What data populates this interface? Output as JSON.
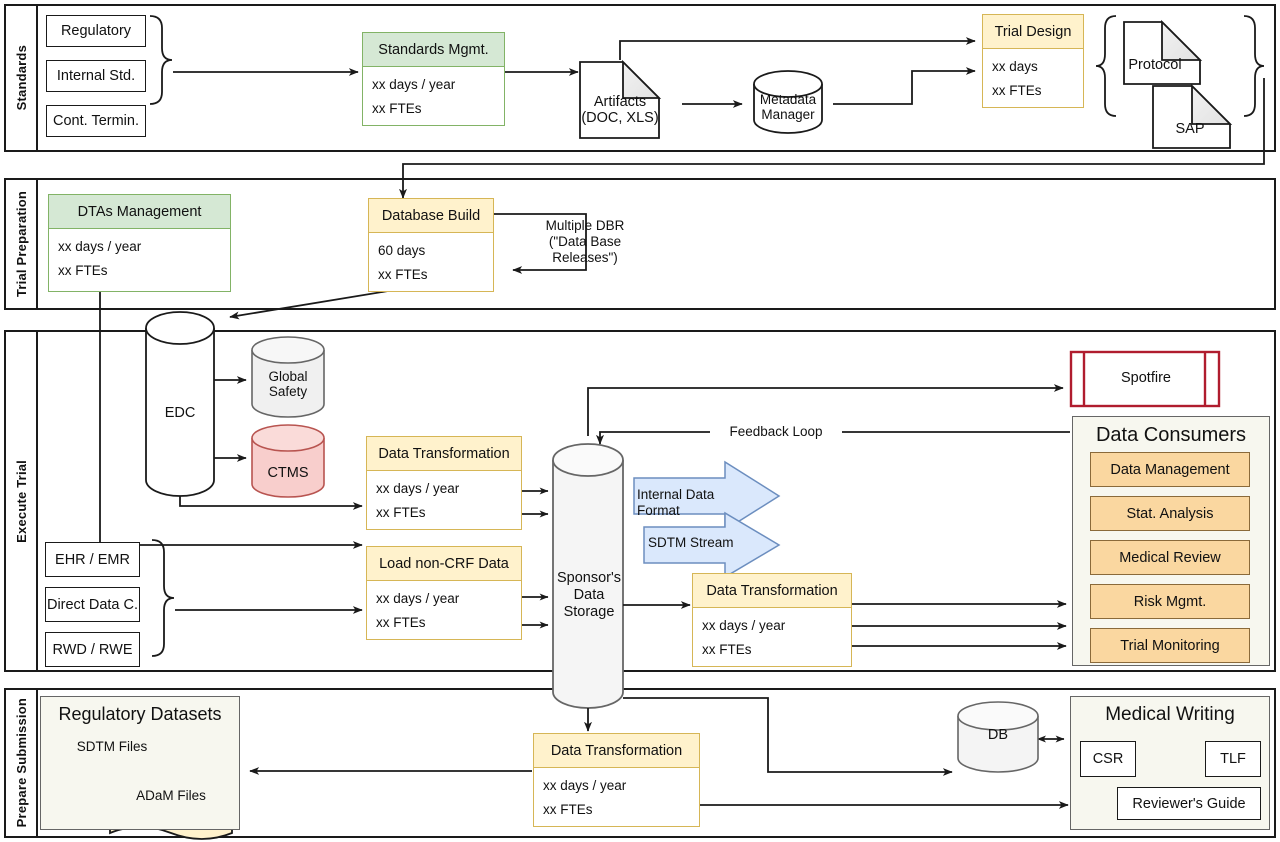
{
  "diagram": {
    "title": "Clinical Data Flow Swimlane Diagram",
    "colors": {
      "green_fill": "#d5e8d4",
      "green_stroke": "#82b366",
      "yellow_fill": "#fff2cc",
      "yellow_stroke": "#d6b656",
      "orange_fill": "#fad7a0",
      "orange_stroke": "#8a6a3a",
      "red_stroke": "#b01c2e",
      "blue_fill": "#dae8fc",
      "blue_stroke": "#6c8ebf",
      "pink_fill": "#f8cecc",
      "pink_stroke": "#b85450",
      "grey_fill": "#f0f0f0",
      "grey_stroke": "#666666",
      "panel_fill": "#f7f7ef",
      "line": "#1a1a1a"
    }
  },
  "lanes": [
    {
      "label": "Standards"
    },
    {
      "label": "Trial Preparation"
    },
    {
      "label": "Execute Trial"
    },
    {
      "label": "Prepare Submission"
    }
  ],
  "standards": {
    "inputs": [
      {
        "label": "Regulatory"
      },
      {
        "label": "Internal Std."
      },
      {
        "label": "Cont. Termin."
      }
    ],
    "standards_mgmt": {
      "title": "Standards Mgmt.",
      "line1": "xx days / year",
      "line2": "xx FTEs"
    },
    "artifacts": {
      "line1": "Artifacts",
      "line2": "(DOC, XLS)"
    },
    "metadata_manager": {
      "line1": "Metadata",
      "line2": "Manager"
    },
    "trial_design": {
      "title": "Trial Design",
      "line1": "xx days",
      "line2": "xx FTEs"
    },
    "documents": [
      {
        "label": "Protocol"
      },
      {
        "label": "SAP"
      }
    ]
  },
  "trial_preparation": {
    "dtas": {
      "title": "DTAs Management",
      "line1": "xx days / year",
      "line2": "xx FTEs"
    },
    "database_build": {
      "title": "Database Build",
      "line1": "60 days",
      "line2": "xx FTEs"
    },
    "dbr_note": {
      "line1": "Multiple DBR",
      "line2": "(\"Data Base",
      "line3": "Releases\")"
    }
  },
  "execute_trial": {
    "edc": {
      "label": "EDC"
    },
    "global_safety": {
      "line1": "Global",
      "line2": "Safety"
    },
    "ctms": {
      "label": "CTMS"
    },
    "sources": [
      {
        "label": "EHR / EMR"
      },
      {
        "label": "Direct Data C."
      },
      {
        "label": "RWD / RWE"
      }
    ],
    "data_transformation": {
      "title": "Data Transformation",
      "line1": "xx days / year",
      "line2": "xx FTEs"
    },
    "load_non_crf": {
      "title": "Load non-CRF Data",
      "line1": "xx days / year",
      "line2": "xx FTEs"
    },
    "sponsor_storage": {
      "line1": "Sponsor's",
      "line2": "Data",
      "line3": "Storage"
    },
    "streams": [
      {
        "label": "Internal Data Format"
      },
      {
        "label": "SDTM Stream"
      }
    ],
    "data_transformation2": {
      "title": "Data Transformation",
      "line1": "xx days / year",
      "line2": "xx FTEs"
    },
    "feedback_loop": {
      "label": "Feedback Loop"
    },
    "spotfire": {
      "label": "Spotfire"
    },
    "data_consumers": {
      "title": "Data Consumers",
      "items": [
        {
          "label": "Data Management"
        },
        {
          "label": "Stat. Analysis"
        },
        {
          "label": "Medical Review"
        },
        {
          "label": "Risk Mgmt."
        },
        {
          "label": "Trial Monitoring"
        }
      ]
    }
  },
  "prepare_submission": {
    "regulatory_datasets": {
      "title": "Regulatory Datasets",
      "files": [
        {
          "label": "SDTM Files"
        },
        {
          "label": "ADaM Files"
        }
      ]
    },
    "data_transformation": {
      "title": "Data Transformation",
      "line1": "xx days / year",
      "line2": "xx FTEs"
    },
    "db": {
      "label": "DB"
    },
    "medical_writing": {
      "title": "Medical Writing",
      "items": [
        {
          "label": "CSR"
        },
        {
          "label": "TLF"
        },
        {
          "label": "Reviewer's Guide"
        }
      ]
    }
  }
}
